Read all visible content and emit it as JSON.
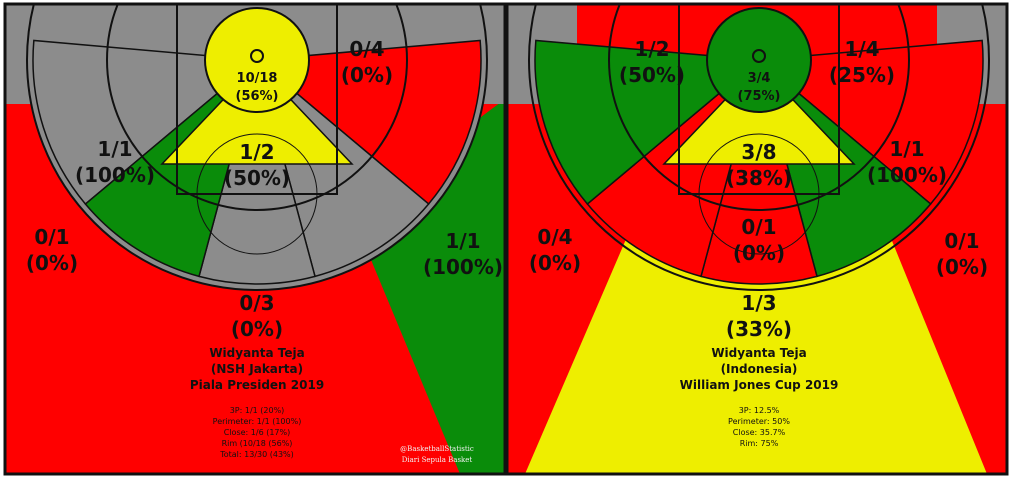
{
  "palette": {
    "red": "#ff0000",
    "green": "#0a8c0a",
    "yellow": "#eeee00",
    "gray": "#8c8c8c"
  },
  "chart_data": [
    {
      "type": "heatmap",
      "player": "Widyanta Teja",
      "team": "(NSH Jakarta)",
      "event": "Piala Presiden 2019",
      "zones": [
        {
          "zone": "rim",
          "made_attempted": "10/18",
          "pct": "(56%)",
          "made": 10,
          "attempted": 18,
          "color": "yellow"
        },
        {
          "zone": "paint",
          "made_attempted": "1/2",
          "pct": "(50%)",
          "made": 1,
          "attempted": 2,
          "color": "yellow"
        },
        {
          "zone": "left-wing-mid",
          "made_attempted": "1/1",
          "pct": "(100%)",
          "made": 1,
          "attempted": 1,
          "color": "green"
        },
        {
          "zone": "right-baseline-mid",
          "made_attempted": "0/4",
          "pct": "(0%)",
          "made": 0,
          "attempted": 4,
          "color": "red"
        },
        {
          "zone": "left-wing-three",
          "made_attempted": "0/1",
          "pct": "(0%)",
          "made": 0,
          "attempted": 1,
          "color": "red"
        },
        {
          "zone": "right-wing-three",
          "made_attempted": "1/1",
          "pct": "(100%)",
          "made": 1,
          "attempted": 1,
          "color": "green"
        },
        {
          "zone": "top-three",
          "made_attempted": "0/3",
          "pct": "(0%)",
          "made": 0,
          "attempted": 3,
          "color": "red"
        }
      ],
      "stats": [
        "3P: 1/1 (20%)",
        "Perimeter: 1/1 (100%)",
        "Close: 1/6 (17%)",
        "Rim (10/18 (56%)",
        "Total: 13/30 (43%)"
      ],
      "credit": [
        "@BasketballStatistic",
        "Diari Sepula Basket"
      ]
    },
    {
      "type": "heatmap",
      "player": "Widyanta Teja",
      "team": "(Indonesia)",
      "event": "William Jones Cup 2019",
      "zones": [
        {
          "zone": "rim",
          "made_attempted": "3/4",
          "pct": "(75%)",
          "made": 3,
          "attempted": 4,
          "color": "green"
        },
        {
          "zone": "paint",
          "made_attempted": "3/8",
          "pct": "(38%)",
          "made": 3,
          "attempted": 8,
          "color": "yellow"
        },
        {
          "zone": "left-baseline-mid",
          "made_attempted": "1/2",
          "pct": "(50%)",
          "made": 1,
          "attempted": 2,
          "color": "green"
        },
        {
          "zone": "right-baseline-mid",
          "made_attempted": "1/4",
          "pct": "(25%)",
          "made": 1,
          "attempted": 4,
          "color": "red"
        },
        {
          "zone": "right-wing-mid",
          "made_attempted": "1/1",
          "pct": "(100%)",
          "made": 1,
          "attempted": 1,
          "color": "green"
        },
        {
          "zone": "top-mid",
          "made_attempted": "0/1",
          "pct": "(0%)",
          "made": 0,
          "attempted": 1,
          "color": "red"
        },
        {
          "zone": "left-wing-three",
          "made_attempted": "0/4",
          "pct": "(0%)",
          "made": 0,
          "attempted": 4,
          "color": "red"
        },
        {
          "zone": "right-wing-three",
          "made_attempted": "0/1",
          "pct": "(0%)",
          "made": 0,
          "attempted": 1,
          "color": "red"
        },
        {
          "zone": "top-three",
          "made_attempted": "1/3",
          "pct": "(33%)",
          "made": 1,
          "attempted": 3,
          "color": "yellow"
        }
      ],
      "stats": [
        "3P: 12.5%",
        "Perimeter: 50%",
        "Close: 35.7%",
        "Rim: 75%"
      ]
    }
  ]
}
